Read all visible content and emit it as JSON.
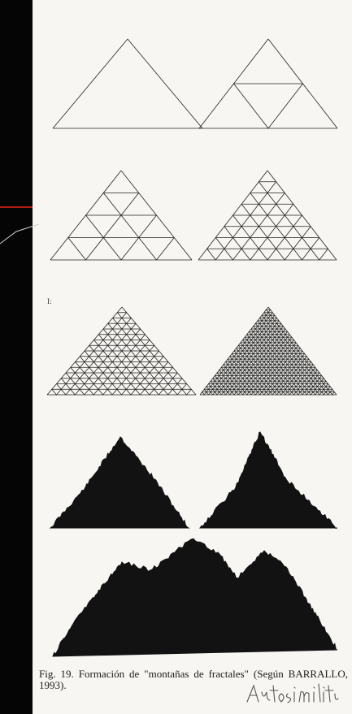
{
  "document": {
    "caption": "Fig. 19. Formación de \"montañas de fractales\" (Según BARRALLO, 1993).",
    "handwritten_note": "Autosimilitud",
    "page_mark": "I:"
  },
  "colors": {
    "background": "#000000",
    "paper": "#f7f6f2",
    "ink": "#1a1a1a",
    "accent": "#b41a12"
  },
  "figure": {
    "description_stages": [
      1,
      2,
      4,
      8,
      16,
      32
    ],
    "mountains": [
      "single-peak",
      "single-peak",
      "three-peak-range"
    ]
  }
}
